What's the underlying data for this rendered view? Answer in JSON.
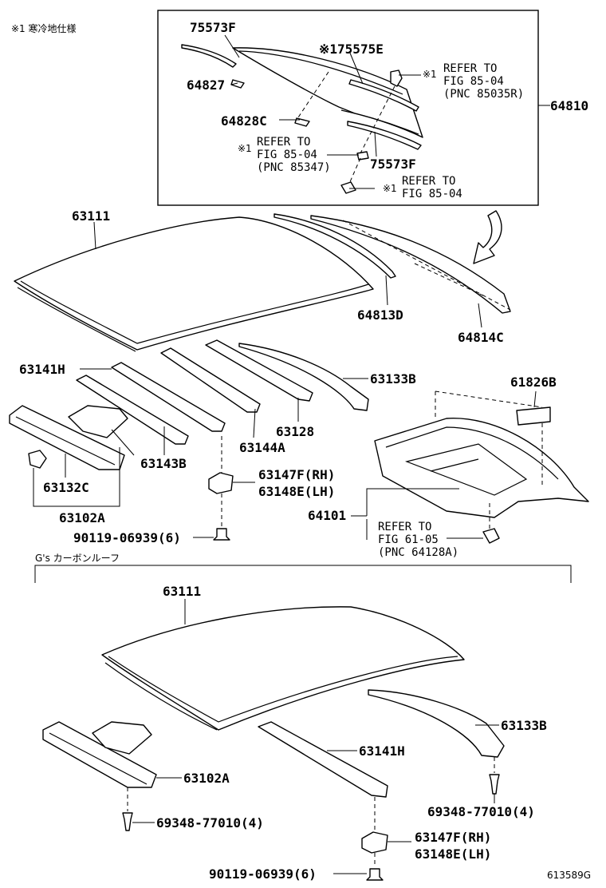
{
  "notes": {
    "cold_spec": "※1 寒冷地仕様",
    "gs_carbon": "G's カーボンルーフ",
    "figure_id": "613589G"
  },
  "labels": {
    "p75573F_a": "75573F",
    "p75575E": "※175575E",
    "p64827": "64827",
    "p64828C": "64828C",
    "p75573F_b": "75573F",
    "p64810": "64810",
    "ref1_mark": "※1",
    "ref1_l1": "REFER TO",
    "ref1_l2": "FIG 85-04",
    "ref1_l3": "(PNC 85035R)",
    "ref2_mark": "※1",
    "ref2_l1": "REFER TO",
    "ref2_l2": "FIG 85-04",
    "ref2_l3": "(PNC 85347)",
    "ref3_mark": "※1",
    "ref3_l1": "REFER TO",
    "ref3_l2": "FIG 85-04",
    "p63111_top": "63111",
    "p64813D": "64813D",
    "p64814C": "64814C",
    "p63141H_top": "63141H",
    "p63133B_top": "63133B",
    "p61826B": "61826B",
    "p63128": "63128",
    "p63144A": "63144A",
    "p63143B": "63143B",
    "p63147F_top": "63147F(RH)",
    "p63148E_top": "63148E(LH)",
    "p63132C": "63132C",
    "p63102A_top": "63102A",
    "p90119_top": "90119-06939(6)",
    "p64101": "64101",
    "ref4_l1": "REFER TO",
    "ref4_l2": "FIG 61-05",
    "ref4_l3": "(PNC 64128A)",
    "p63111_bot": "63111",
    "p63133B_bot": "63133B",
    "p63141H_bot": "63141H",
    "p63102A_bot": "63102A",
    "p69348_left": "69348-77010(4)",
    "p69348_right": "69348-77010(4)",
    "p63147F_bot": "63147F(RH)",
    "p63148E_bot": "63148E(LH)",
    "p90119_bot": "90119-06939(6)"
  },
  "colors": {
    "line": "#000000",
    "background": "#ffffff"
  }
}
